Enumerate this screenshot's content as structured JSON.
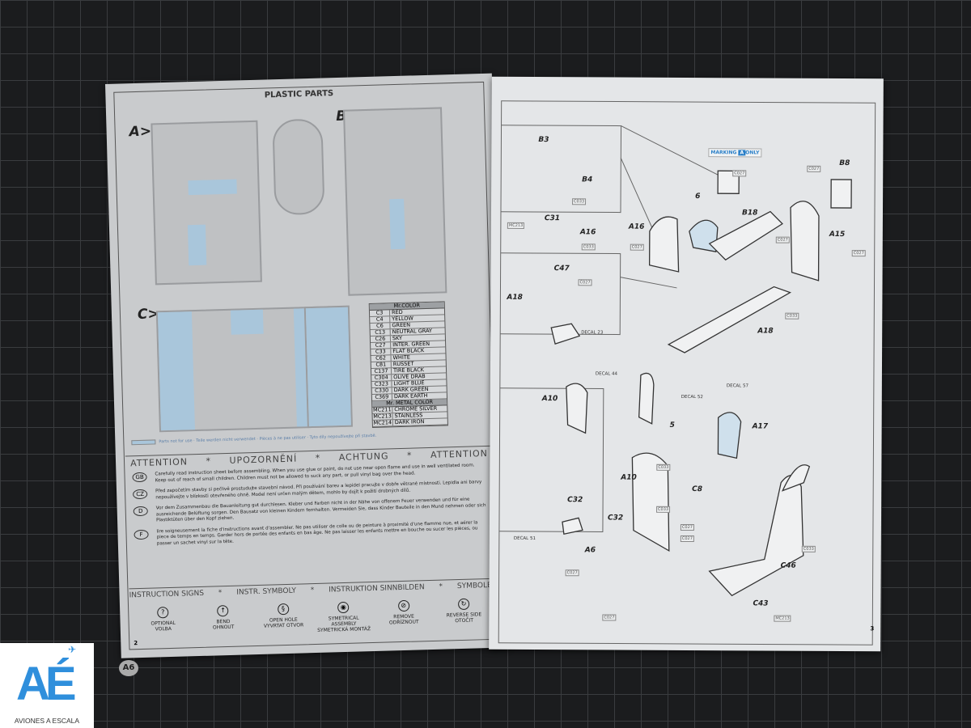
{
  "left_page": {
    "title": "PLASTIC PARTS",
    "sprues": [
      "A>",
      "B>",
      "C>"
    ],
    "color_table": {
      "header": "Mr.COLOR",
      "rows": [
        [
          "C3",
          "RED"
        ],
        [
          "C4",
          "YELLOW"
        ],
        [
          "C6",
          "GREEN"
        ],
        [
          "C13",
          "NEUTRAL GRAY"
        ],
        [
          "C26",
          "SKY"
        ],
        [
          "C27",
          "INTER. GREEN"
        ],
        [
          "C33",
          "FLAT BLACK"
        ],
        [
          "C62",
          "WHITE"
        ],
        [
          "C81",
          "RUSSET"
        ],
        [
          "C137",
          "TIRE BLACK"
        ],
        [
          "C304",
          "OLIVE DRAB"
        ],
        [
          "C323",
          "LIGHT BLUE"
        ],
        [
          "C330",
          "DARK GREEN"
        ],
        [
          "C369",
          "DARK EARTH"
        ]
      ],
      "metal_header": "Mr. METAL COLOR",
      "metal_rows": [
        [
          "MC211",
          "CHROME SILVER"
        ],
        [
          "MC213",
          "STAINLESS"
        ],
        [
          "MC214",
          "DARK IRON"
        ]
      ]
    },
    "unused_note": "Parts not for use · Teile werden nicht verwendet · Pièces à ne pas utiliser · Tyto díly nepoužívejte při stavbě.",
    "attention": {
      "headers": [
        "ATTENTION",
        "UPOZORNĚNÍ",
        "ACHTUNG",
        "ATTENTION"
      ],
      "languages": [
        {
          "code": "GB",
          "text": "Carefully read instruction sheet before assembling. When you use glue or paint, do not use near open flame and use in well ventilated room. Keep out of reach of small children. Children must not be allowed to suck any part, or pull vinyl bag over the head."
        },
        {
          "code": "CZ",
          "text": "Před započetím stavby si pečlivě prostudujte stavební návod. Při používání barev a lepidel pracujte v dobře větrané místnosti. Lepidla ani barvy nepoužívejte v blízkosti otevřeného ohně. Model není určen malým dětem, mohlo by dojít k požití drobných dílů."
        },
        {
          "code": "D",
          "text": "Vor dem Zusammenbau die Bauanleitung gut durchlesen. Kleber und Farben nicht in der Nähe von offenem Feuer verwenden und für eine ausreichende Belüftung sorgen. Den Bausatz von kleinen Kindern fernhalten. Vermeiden Sie, dass Kinder Bauteile in den Mund nehmen oder sich Plastiktüten über den Kopf ziehen."
        },
        {
          "code": "F",
          "text": "lire soigneusement la fiche d'instructions avant d'assembler. Ne pas utiliser de colle ou de peinture à proximité d'une flamme nue, et aérer la piece de temps en temps. Garder hors de portée des enfants en bas âge. Ne pas laisser les enfants mettre en bouche ou sucer les pièces, ou passer un sachet vinyl sur la tête."
        }
      ]
    },
    "signs": {
      "headers": [
        "INSTRUCTION SIGNS",
        "INSTR. SYMBOLY",
        "INSTRUKTION SINNBILDEN",
        "SYMBOLES"
      ],
      "items": [
        {
          "icon": "question-icon",
          "glyph": "?",
          "label": "OPTIONAL\nVOLBA"
        },
        {
          "icon": "bend-icon",
          "glyph": "↑",
          "label": "BEND\nOHNOUT"
        },
        {
          "icon": "drill-icon",
          "glyph": "§",
          "label": "OPEN HOLE\nVYVRTAT OTVOR"
        },
        {
          "icon": "symmetric-icon",
          "glyph": "◉",
          "label": "SYMETRICAL ASSEMBLY\nSYMETRICKÁ MONTÁŽ"
        },
        {
          "icon": "remove-icon",
          "glyph": "⊘",
          "label": "REMOVE\nODŘÍZNOUT"
        },
        {
          "icon": "reverse-icon",
          "glyph": "↻",
          "label": "REVERSE SIDE\nOTOČIT"
        }
      ]
    },
    "page_number": "2"
  },
  "right_page": {
    "marking": {
      "prefix": "MARKING",
      "letter": "A",
      "suffix": "ONLY"
    },
    "parts": [
      "B3",
      "B4",
      "C31",
      "A16",
      "C47",
      "A18",
      "6",
      "A16",
      "B18",
      "B8",
      "A15",
      "A18",
      "A10",
      "A10",
      "5",
      "A17",
      "C32",
      "C32",
      "C8",
      "A6",
      "C43",
      "C46"
    ],
    "paints": {
      "p1": "C033",
      "p2": "MC213",
      "p3": "C033",
      "p4": "C027",
      "p5": "C027",
      "p6": "C027",
      "p7": "C027",
      "p8": "C027",
      "p9": "C027",
      "p10": "C033",
      "p11": "C027",
      "p12": "C033",
      "p13": "C033",
      "p14": "C027",
      "p15": "C027",
      "p16": "C027",
      "p17": "C033",
      "p18": "MC213"
    },
    "decals": [
      "DECAL 23",
      "DECAL 44",
      "DECAL 57",
      "DECAL 52",
      "DECAL 51"
    ],
    "page_number": "3"
  },
  "logo": {
    "letters": "AÉ",
    "name": "AVIONES A ESCALA"
  },
  "sticker": "A6",
  "colors": {
    "accent": "#2a7fc8",
    "part_highlight": "#a9c6db"
  }
}
